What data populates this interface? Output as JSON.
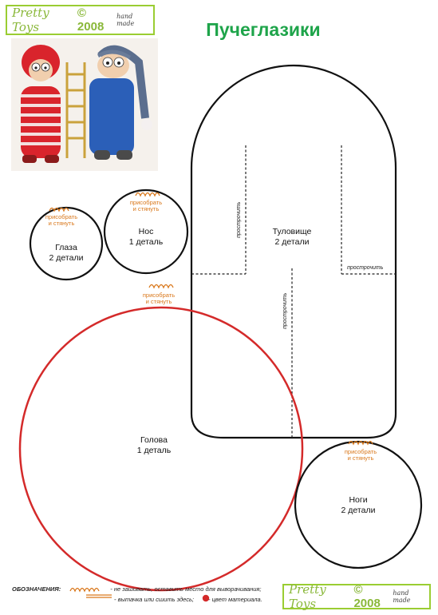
{
  "header": {
    "logo_script": "Pretty Toys",
    "logo_year": "© 2008",
    "logo_hand": "hand made",
    "title": "Пучеглазики"
  },
  "pieces": {
    "eyes": {
      "name": "Глаза",
      "count": "2 детали"
    },
    "nose": {
      "name": "Нос",
      "count": "1 деталь"
    },
    "body": {
      "name": "Туловище",
      "count": "2 детали"
    },
    "head": {
      "name": "Голова",
      "count": "1 деталь"
    },
    "legs": {
      "name": "Ноги",
      "count": "2 детали"
    }
  },
  "notes": {
    "gather_line1": "присобрать",
    "gather_line2": "и стянуть",
    "stitch": "прострочить"
  },
  "legend": {
    "label": "ОБОЗНАЧЕНИЯ:",
    "item1": "- не зашивать, оставить место для выворачивания;",
    "item2": "- вытачка или сшить здесь;",
    "item3": "- цвет материала."
  },
  "colors": {
    "head_outline": "#d42a2a",
    "accent_green": "#1ea44a",
    "gather_orange": "#d9771a",
    "logo_green": "#8ab83a"
  }
}
